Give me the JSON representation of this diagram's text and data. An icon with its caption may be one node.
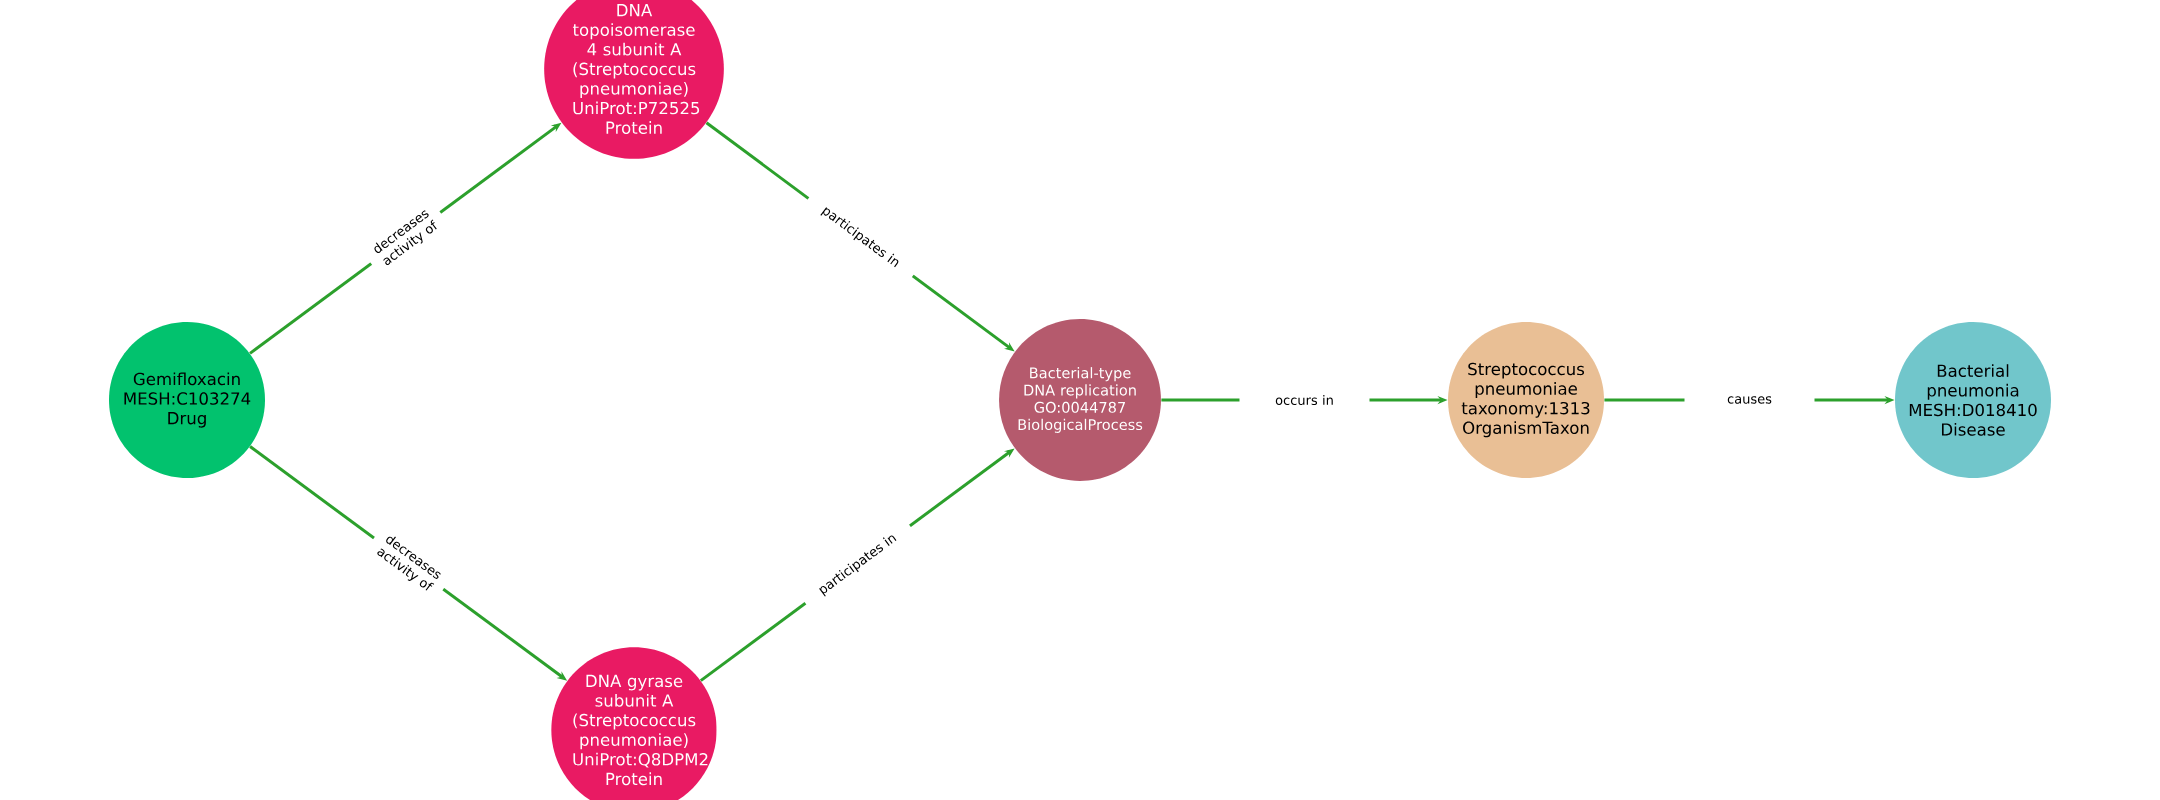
{
  "diagram": {
    "nodes": [
      {
        "text": [
          "Gemifloxacin",
          "MESH:C103274",
          "Drug"
        ]
      },
      {
        "text": [
          "DNA topoisomerase 4 subunit A (Streptococcus pneumoniae)",
          "UniProt:P72525",
          "Protein"
        ]
      },
      {
        "text": [
          "DNA gyrase subunit A (Streptococcus pneumoniae)",
          "UniProt:Q8DPM2",
          "Protein"
        ]
      },
      {
        "text": [
          "Bacterial-type DNA replication",
          "GO:0044787",
          "BiologicalProcess"
        ]
      },
      {
        "text": [
          "Streptococcus pneumoniae",
          "taxonomy:1313",
          "OrganismTaxon"
        ]
      },
      {
        "text": [
          "Bacterial pneumonia",
          "MESH:D018410",
          "Disease"
        ]
      }
    ],
    "edges": [
      {
        "from": 0,
        "to": 1,
        "arrow": "to",
        "label": "decreases activity of"
      },
      {
        "from": 0,
        "to": 2,
        "arrow": "to",
        "label": "decreases activity of"
      },
      {
        "from": 1,
        "to": 3,
        "arrow": "to",
        "label": "participates in"
      },
      {
        "from": 2,
        "to": 3,
        "arrow": "to",
        "label": "participates in"
      },
      {
        "from": 3,
        "to": 4,
        "arrow": "to",
        "label": "occurs in"
      },
      {
        "from": 4,
        "to": 5,
        "arrow": "to",
        "label": "causes"
      }
    ]
  }
}
